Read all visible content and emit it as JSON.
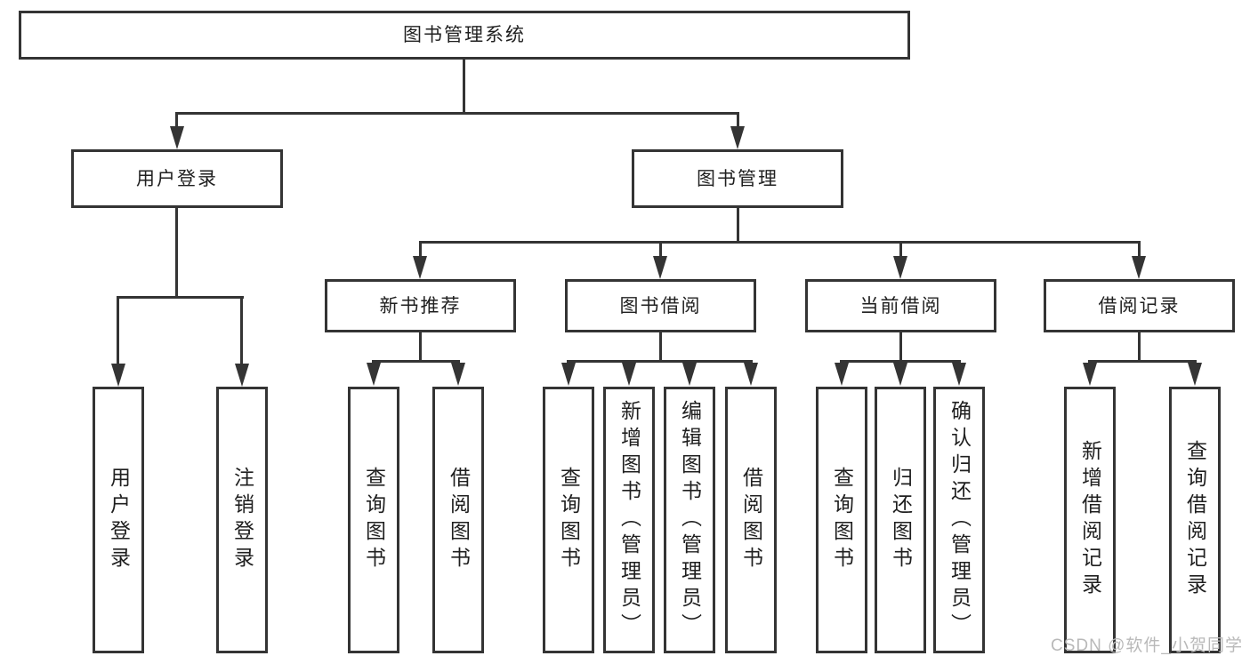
{
  "tree": {
    "root": {
      "label": "图书管理系统",
      "children": [
        {
          "label": "用户登录",
          "children": [
            {
              "label": "用户登录"
            },
            {
              "label": "注销登录"
            }
          ]
        },
        {
          "label": "图书管理",
          "children": [
            {
              "label": "新书推荐",
              "children": [
                {
                  "label": "查询图书"
                },
                {
                  "label": "借阅图书"
                }
              ]
            },
            {
              "label": "图书借阅",
              "children": [
                {
                  "label": "查询图书"
                },
                {
                  "label": "新增图书（管理员）"
                },
                {
                  "label": "编辑图书（管理员）"
                },
                {
                  "label": "借阅图书"
                }
              ]
            },
            {
              "label": "当前借阅",
              "children": [
                {
                  "label": "查询图书"
                },
                {
                  "label": "归还图书"
                },
                {
                  "label": "确认归还（管理员）"
                }
              ]
            },
            {
              "label": "借阅记录",
              "children": [
                {
                  "label": "新增借阅记录"
                },
                {
                  "label": "查询借阅记录"
                }
              ]
            }
          ]
        }
      ]
    }
  },
  "watermark": {
    "text": "CSDN @软件_小贺同学"
  },
  "colors": {
    "line": "#343434",
    "text": "#1f1f1f",
    "background": "#ffffff",
    "watermark": "#b9b9b9"
  }
}
